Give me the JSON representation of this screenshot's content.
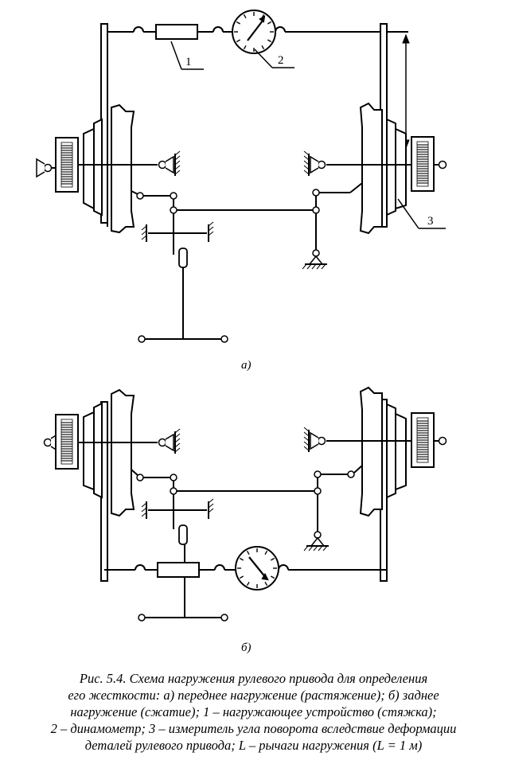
{
  "labels": {
    "part1": "1",
    "part2": "2",
    "part3": "3",
    "sub_a": "а)",
    "sub_b": "б)"
  },
  "caption": {
    "line1": "Рис. 5.4. Схема нагружения рулевого привода для определения",
    "line2": "его жесткости:  а) переднее нагружение (растяжение); б) заднее",
    "line3": "нагружение (сжатие); 1 – нагружающее устройство  (стяжка);",
    "line4": "2 – динамометр; 3 – измеритель угла поворота вследствие деформации",
    "line5": "деталей рулевого привода; L – рычаги нагружения  (L = 1 м)"
  }
}
